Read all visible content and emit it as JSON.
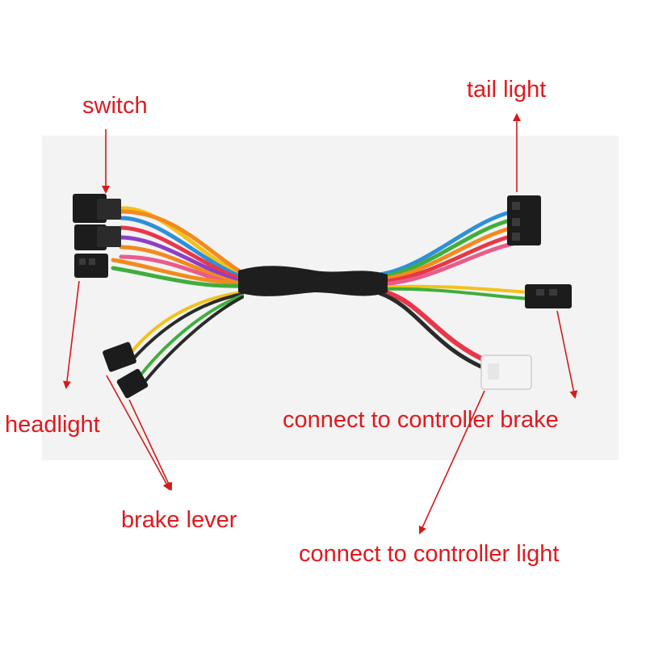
{
  "labels": {
    "switch": "switch",
    "tail_light": "tail light",
    "headlight": "headlight",
    "brake_lever": "brake lever",
    "controller_brake": "connect to controller brake",
    "controller_light": "connect to controller light"
  },
  "colors": {
    "label": "#e0191e",
    "arrow": "#d41a1a",
    "backdrop": "#f3f3f3",
    "connector_black": "#1c1c1c",
    "connector_white": "#f4f4f4",
    "wire_red": "#e8364a",
    "wire_orange": "#f28a1e",
    "wire_yellow": "#f2c21c",
    "wire_green": "#3fae3c",
    "wire_blue": "#2f8fd8",
    "wire_purple": "#8c3fc8",
    "wire_black": "#2a2a2a",
    "wire_pink": "#e85c8c"
  }
}
